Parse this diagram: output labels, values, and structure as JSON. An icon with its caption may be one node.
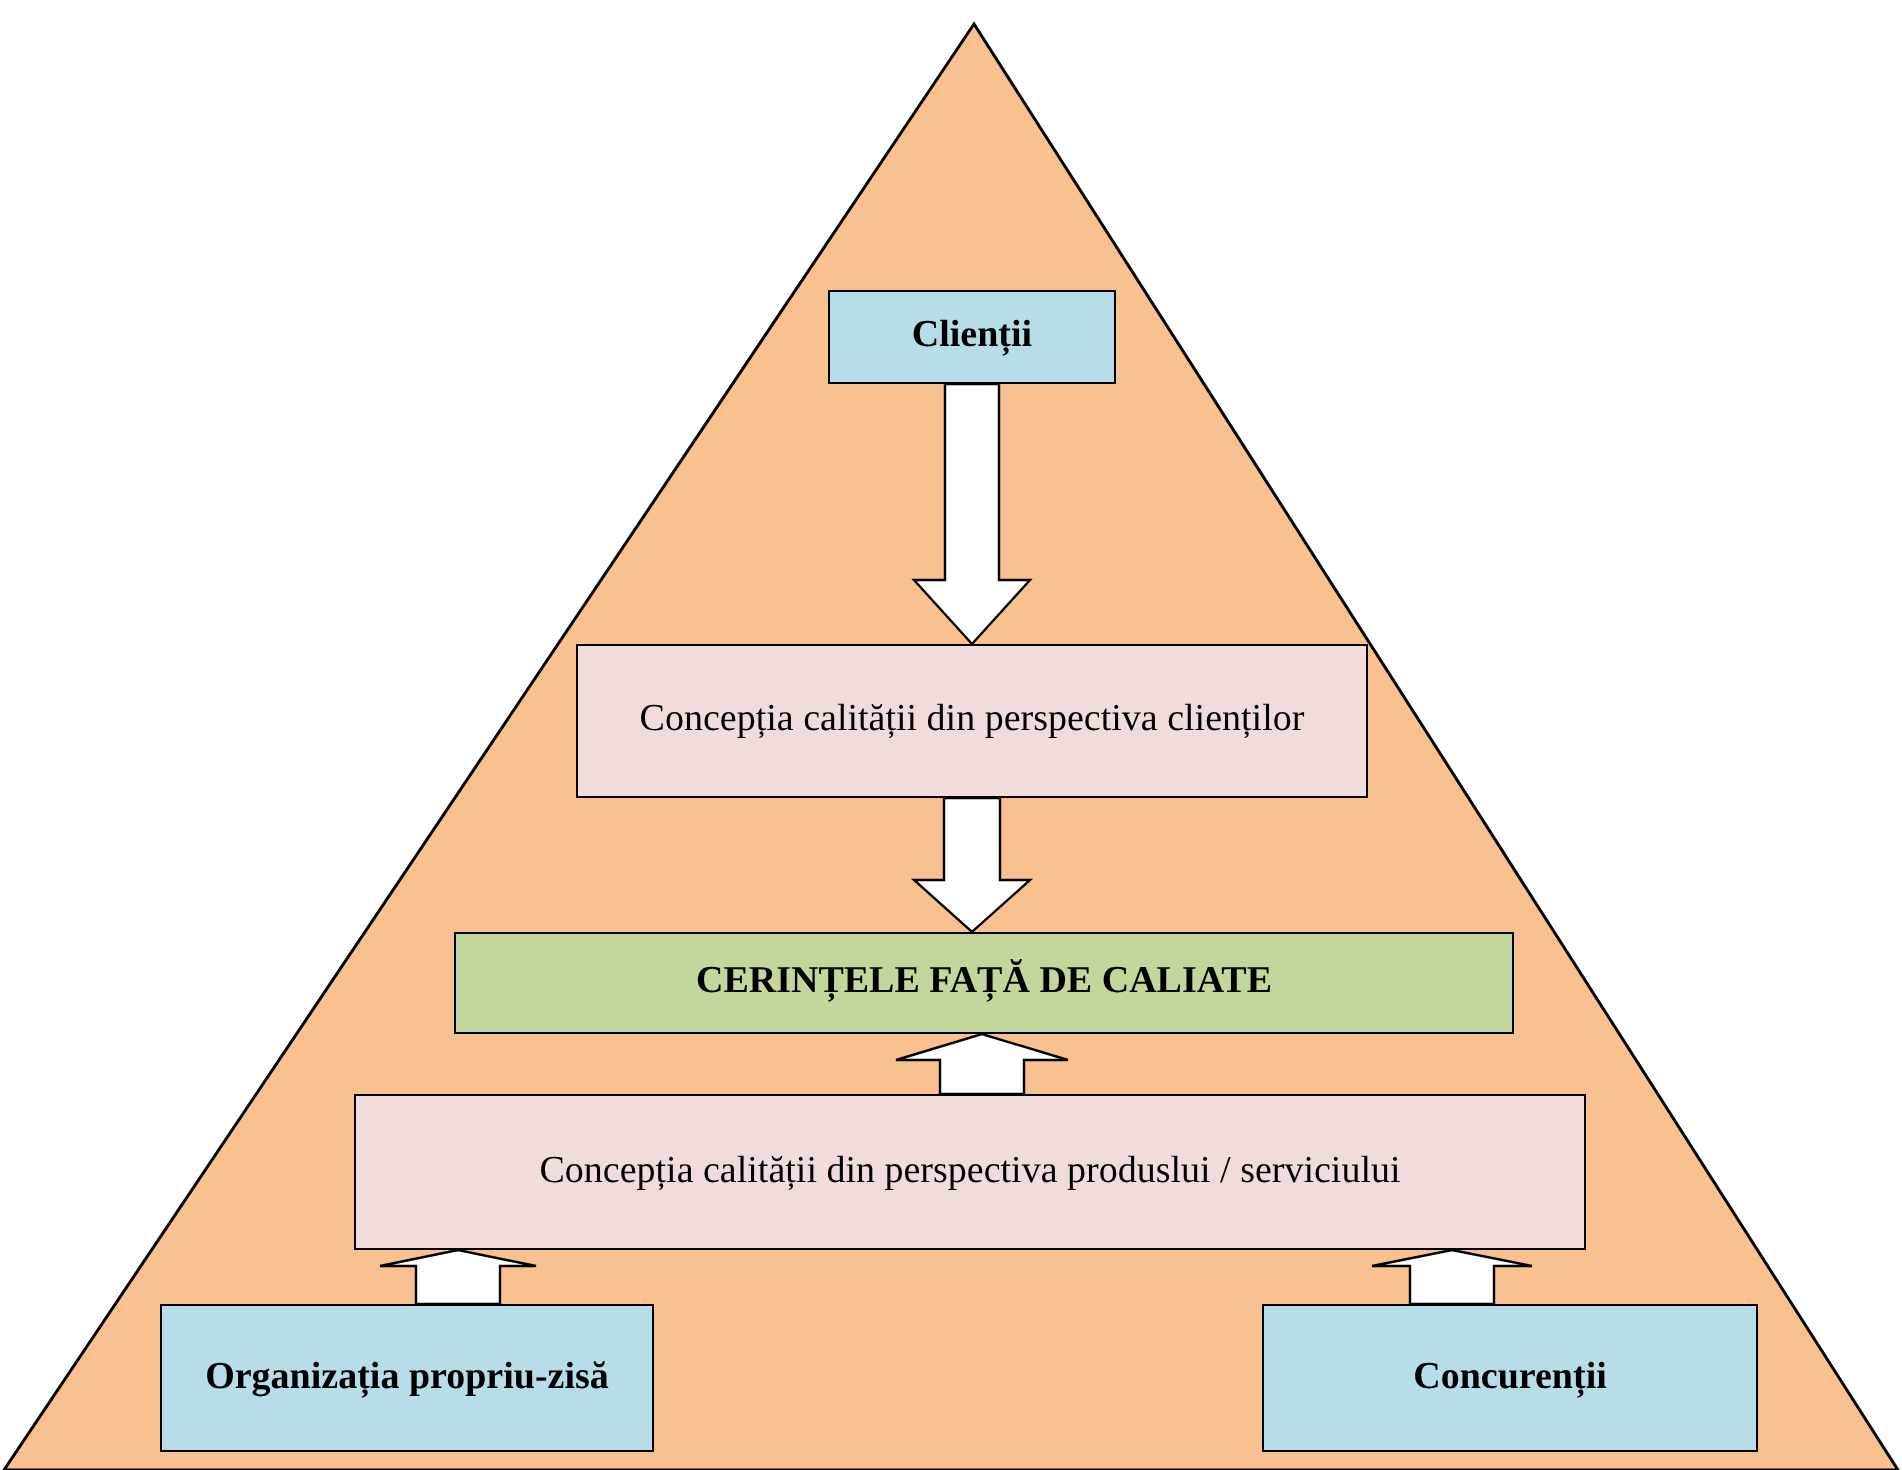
{
  "diagram": {
    "nodes": [
      {
        "text": [
          "Clienții"
        ]
      },
      {
        "text": [
          "Concepția calității din perspectiva clienților"
        ]
      },
      {
        "text": [
          "CERINȚELE FAȚĂ DE CALIATE"
        ]
      },
      {
        "text": [
          "Concepția calității din perspectiva produslui / serviciului"
        ]
      },
      {
        "text": [
          "Organizația propriu-zisă"
        ]
      },
      {
        "text": [
          "Concurenții"
        ]
      }
    ],
    "edges": [
      {
        "from": 0,
        "to": 1,
        "arrow": "to"
      },
      {
        "from": 1,
        "to": 2,
        "arrow": "to"
      },
      {
        "from": 3,
        "to": 2,
        "arrow": "to"
      },
      {
        "from": 4,
        "to": 3,
        "arrow": "to"
      },
      {
        "from": 5,
        "to": 3,
        "arrow": "to"
      }
    ]
  }
}
